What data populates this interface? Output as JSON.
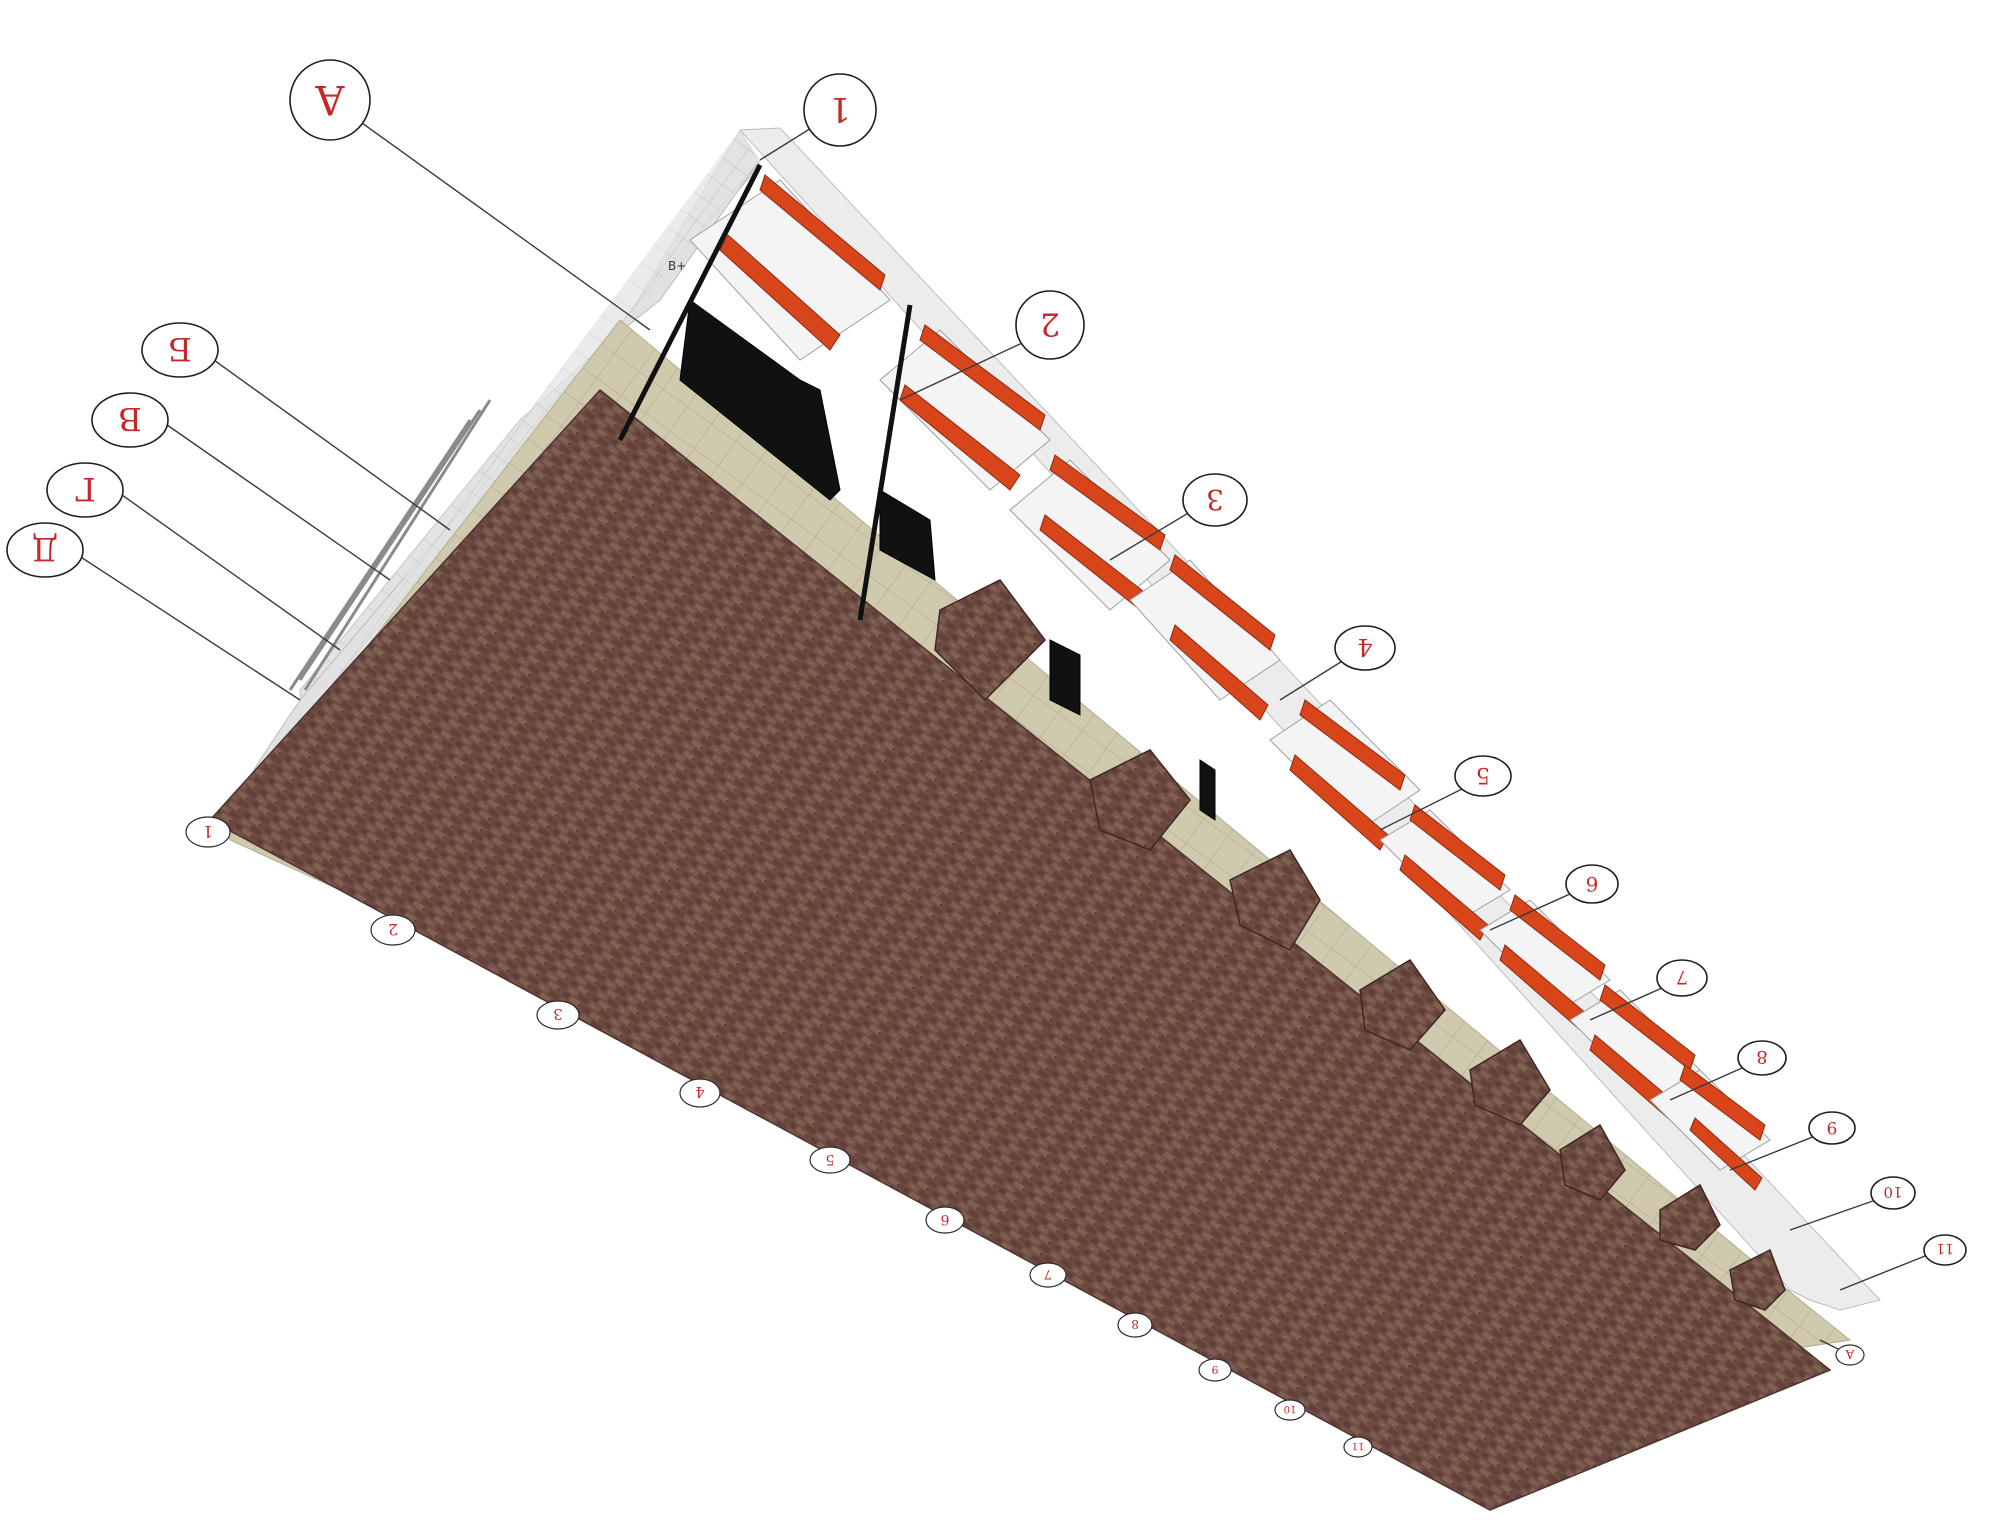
{
  "diagram": {
    "axis_bubbles_left": [
      "А",
      "Б",
      "В",
      "Г",
      "Д"
    ],
    "axis_bubbles_top": [
      "1",
      "2",
      "3",
      "4",
      "5",
      "6",
      "7",
      "8",
      "9",
      "10",
      "11"
    ],
    "axis_bubbles_bottom": [
      "1",
      "2",
      "3",
      "4",
      "5",
      "6",
      "7",
      "8",
      "9",
      "10",
      "11"
    ],
    "corner_bubble": "А",
    "wall_note": "В+"
  },
  "colors": {
    "brick": "#6e4c44",
    "plinth": "#cfc9ad",
    "concrete": "#dcdcdc",
    "seat_frame": "#f4f4f4",
    "seat_cushion": "#d9451b",
    "door": "#111111",
    "bubble_text": "#c62828"
  }
}
